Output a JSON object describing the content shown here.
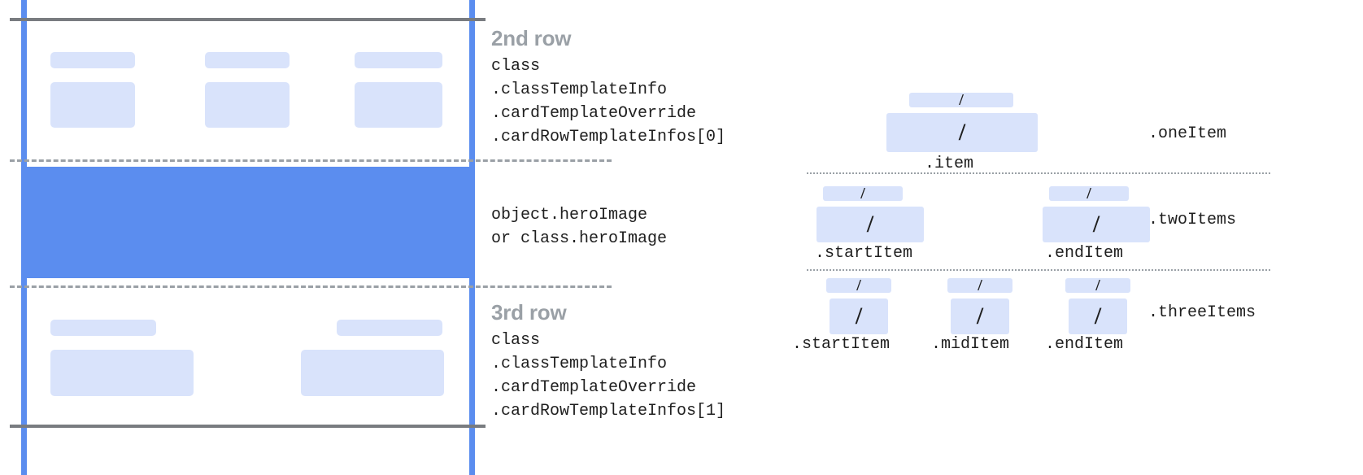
{
  "colors": {
    "guide_blue": "#5b8def",
    "hero_blue": "#5b8def",
    "skeleton_blue": "#d9e3fb",
    "rule_gray": "#797c80",
    "dash_gray": "#9aa0a6",
    "heading_gray": "#9aa0a6",
    "text_black": "#1f1f1f"
  },
  "card_diagram": {
    "callouts": {
      "second_row": {
        "heading": "2nd row",
        "lines": [
          "class",
          ".classTemplateInfo",
          ".cardTemplateOverride",
          ".cardRowTemplateInfos[0]"
        ]
      },
      "hero": {
        "lines": [
          "object.heroImage",
          "or class.heroImage"
        ]
      },
      "third_row": {
        "heading": "3rd row",
        "lines": [
          "class",
          ".classTemplateInfo",
          ".cardTemplateOverride",
          ".cardRowTemplateInfos[1]"
        ]
      }
    }
  },
  "items_diagram": {
    "groups": [
      {
        "group_label": ".oneItem",
        "cells": [
          {
            "label": ".item",
            "slash": "/"
          }
        ]
      },
      {
        "group_label": ".twoItems",
        "cells": [
          {
            "label": ".startItem",
            "slash": "/"
          },
          {
            "label": ".endItem",
            "slash": "/"
          }
        ]
      },
      {
        "group_label": ".threeItems",
        "cells": [
          {
            "label": ".startItem",
            "slash": "/"
          },
          {
            "label": ".midItem",
            "slash": "/"
          },
          {
            "label": ".endItem",
            "slash": "/"
          }
        ]
      }
    ]
  }
}
